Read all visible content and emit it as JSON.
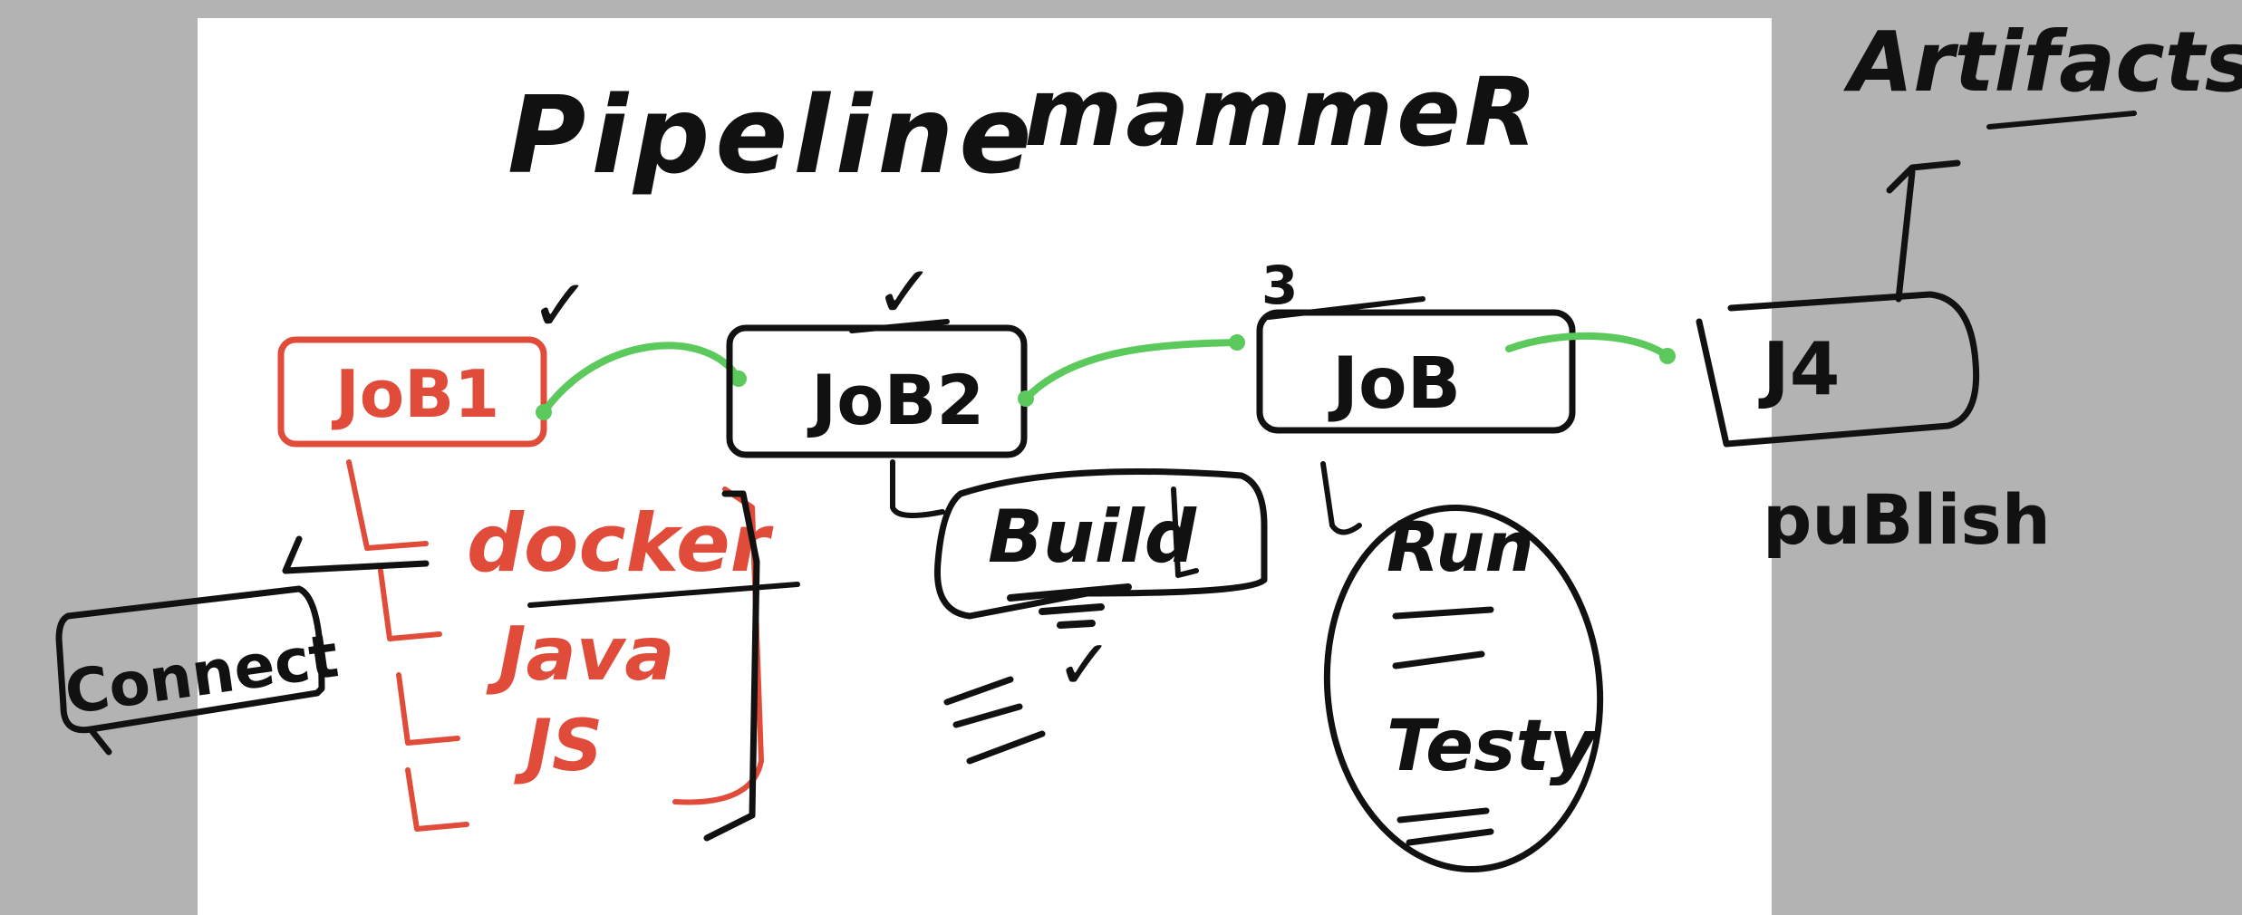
{
  "title": {
    "word1": "Pipeline",
    "word2": "mammeR"
  },
  "jobs": [
    {
      "id": "job1",
      "label": "JoB1",
      "check": "✓",
      "color": "#e04b3a"
    },
    {
      "id": "job2",
      "label": "JoB2",
      "check": "✓",
      "color": "#111111"
    },
    {
      "id": "job3",
      "label": "JoB",
      "number": "3",
      "color": "#111111"
    },
    {
      "id": "job4",
      "label": "J4",
      "color": "#111111"
    }
  ],
  "job1_branches": [
    "docker",
    "Java",
    "JS"
  ],
  "connect_label": "Connect",
  "job2_step": "Build",
  "job2_check": "✓",
  "job3_steps": [
    "Run",
    "Testy"
  ],
  "job4_note": "puBlish",
  "artifacts_label": "Artifacts",
  "colors": {
    "ink": "#111111",
    "red": "#e04b3a",
    "green": "#5cc95c",
    "background": "#b3b3b3",
    "page": "#ffffff"
  }
}
